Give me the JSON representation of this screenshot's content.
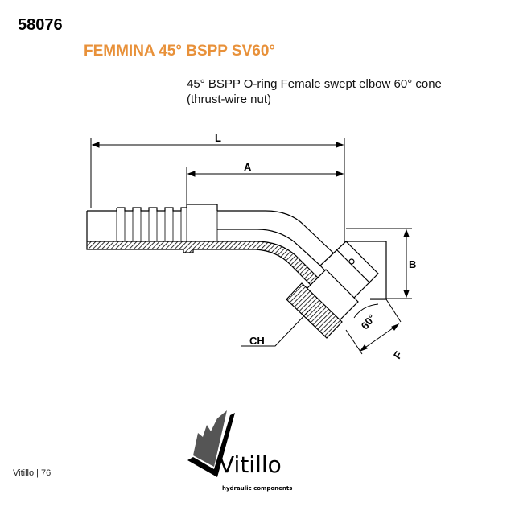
{
  "header": {
    "code": "58076",
    "title": "FEMMINA 45° BSPP SV60°",
    "description_line1": "45° BSPP O-ring Female swept elbow 60° cone",
    "description_line2": "(thrust-wire nut)"
  },
  "drawing": {
    "dim_L": "L",
    "dim_A": "A",
    "dim_B": "B",
    "dim_CH": "CH",
    "dim_F": "F",
    "angle": "60°"
  },
  "logo": {
    "name": "Vitillo",
    "tagline": "hydraulic components"
  },
  "footer": {
    "page": "Vitillo | 76"
  }
}
